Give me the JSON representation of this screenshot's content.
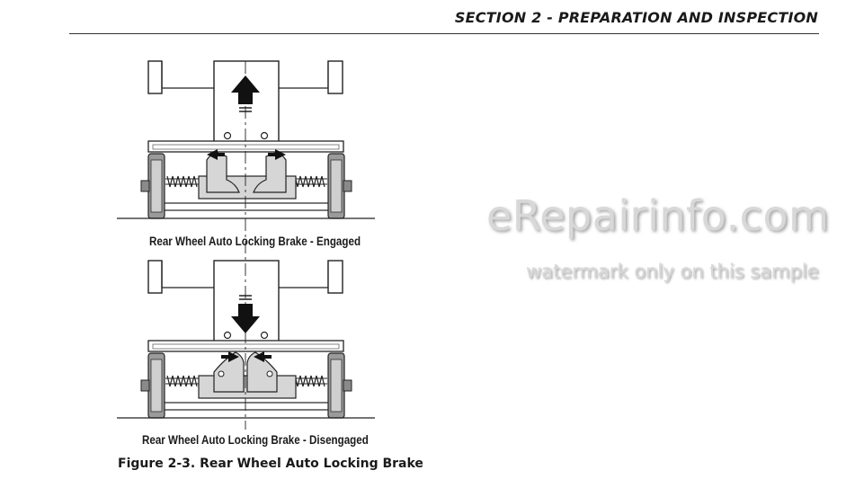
{
  "header": {
    "section_title": "SECTION 2 - PREPARATION AND INSPECTION"
  },
  "figure": {
    "caption_top": "Rear Wheel Auto Locking Brake - Engaged",
    "caption_bottom": "Rear Wheel Auto Locking Brake - Disengaged",
    "title": "Figure 2-3. Rear Wheel Auto Locking Brake"
  },
  "watermark": {
    "brand": "eRepairinfo.com",
    "note": "watermark only on this sample"
  }
}
